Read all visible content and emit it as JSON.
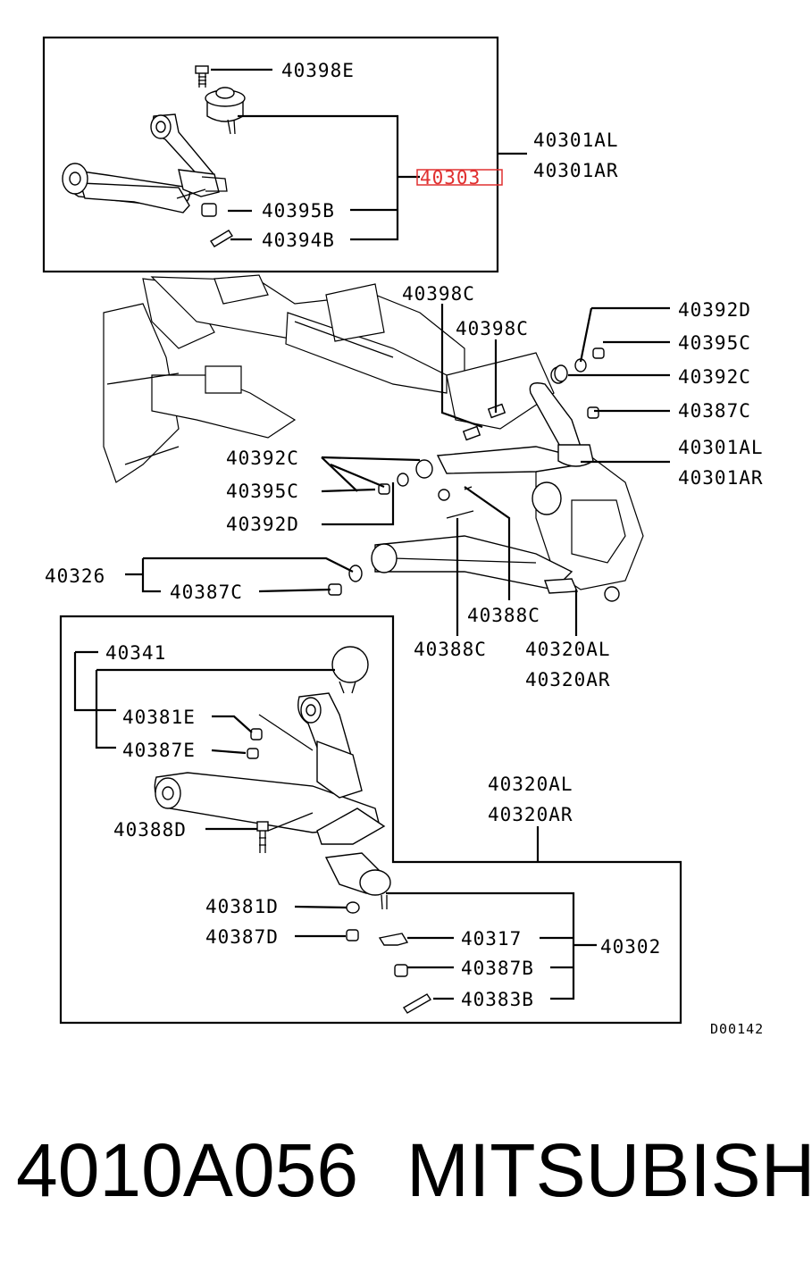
{
  "upper_inset": {
    "labels": {
      "bolt": "40398E",
      "arm_al": "40301AL",
      "arm_ar": "40301AR",
      "highlighted": "40303",
      "bushing": "40395B",
      "pin": "40394B"
    }
  },
  "main_assembly": {
    "labels": {
      "bolt_upper_a": "40398C",
      "bolt_upper_b": "40398C",
      "washer_top": "40392D",
      "nut_top": "40395C",
      "washer_right": "40392C",
      "nut_right": "40387C",
      "arm_al": "40301AL",
      "arm_ar": "40301AR",
      "washer_left": "40392C",
      "nut_left": "40395C",
      "washer_left_b": "40392D",
      "stabilizer": "40326",
      "nut_stab": "40387C",
      "bolt_lower_a": "40388C",
      "bolt_lower_b": "40388C",
      "lower_arm_al": "40320AL",
      "lower_arm_ar": "40320AR"
    }
  },
  "lower_inset": {
    "labels": {
      "ball_joint": "40341",
      "nut_e1": "40381E",
      "nut_e2": "40387E",
      "bolt_d": "40388D",
      "arm_al": "40320AL",
      "arm_ar": "40320AR",
      "nut_d1": "40381D",
      "nut_d2": "40387D",
      "boot": "40317",
      "kit": "40302",
      "nut_b": "40387B",
      "pin_b": "40383B"
    }
  },
  "diagram_code": "D00142",
  "footer": {
    "part_number": "4010A056",
    "brand": "MITSUBISHI"
  }
}
